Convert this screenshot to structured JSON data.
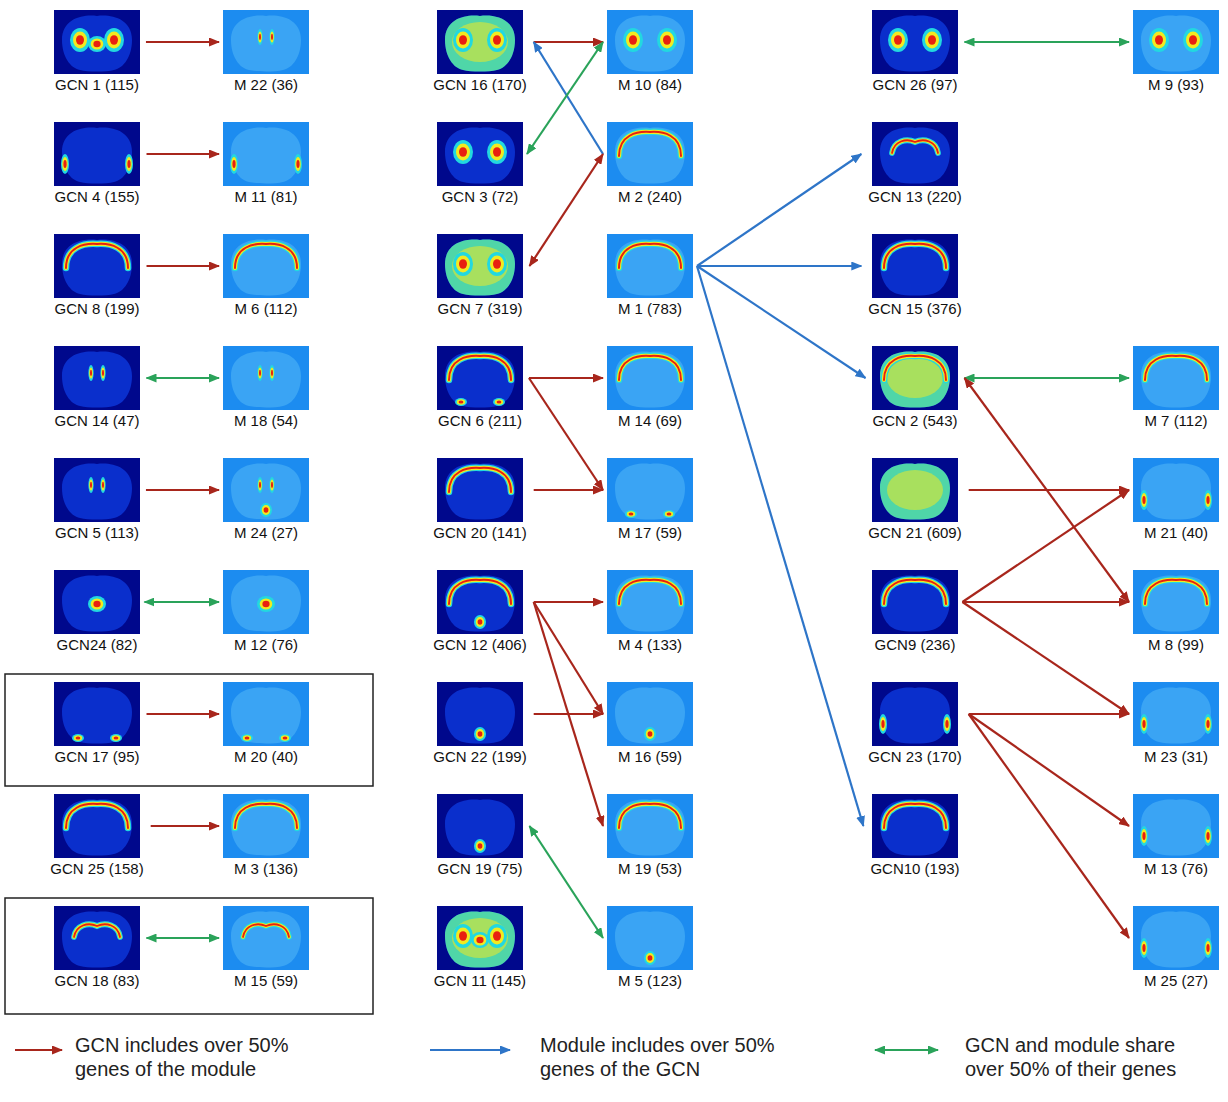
{
  "diagram": {
    "nodes": [
      {
        "text": [
          "GCN 1 (115)"
        ]
      },
      {
        "text": [
          "M 22 (36)"
        ]
      },
      {
        "text": [
          "GCN 16 (170)"
        ]
      },
      {
        "text": [
          "M 10 (84)"
        ]
      },
      {
        "text": [
          "GCN 26 (97)"
        ]
      },
      {
        "text": [
          "M 9 (93)"
        ]
      },
      {
        "text": [
          "GCN 4 (155)"
        ]
      },
      {
        "text": [
          "M 11 (81)"
        ]
      },
      {
        "text": [
          "GCN 3 (72)"
        ]
      },
      {
        "text": [
          "M 2 (240)"
        ]
      },
      {
        "text": [
          "GCN 13 (220)"
        ]
      },
      {
        "text": [
          "GCN 8 (199)"
        ]
      },
      {
        "text": [
          "M 6 (112)"
        ]
      },
      {
        "text": [
          "GCN 7 (319)"
        ]
      },
      {
        "text": [
          "M 1 (783)"
        ]
      },
      {
        "text": [
          "GCN 15 (376)"
        ]
      },
      {
        "text": [
          "GCN 14 (47)"
        ]
      },
      {
        "text": [
          "M 18 (54)"
        ]
      },
      {
        "text": [
          "GCN 6 (211)"
        ]
      },
      {
        "text": [
          "M 14 (69)"
        ]
      },
      {
        "text": [
          "GCN 2 (543)"
        ]
      },
      {
        "text": [
          "M 7 (112)"
        ]
      },
      {
        "text": [
          "GCN 5 (113)"
        ]
      },
      {
        "text": [
          "M 24 (27)"
        ]
      },
      {
        "text": [
          "GCN 20 (141)"
        ]
      },
      {
        "text": [
          "M 17 (59)"
        ]
      },
      {
        "text": [
          "GCN 21 (609)"
        ]
      },
      {
        "text": [
          "M 21 (40)"
        ]
      },
      {
        "text": [
          "GCN24 (82)"
        ]
      },
      {
        "text": [
          "M 12 (76)"
        ]
      },
      {
        "text": [
          "GCN 12 (406)"
        ]
      },
      {
        "text": [
          "M 4 (133)"
        ]
      },
      {
        "text": [
          "GCN9 (236)"
        ]
      },
      {
        "text": [
          "M 8 (99)"
        ]
      },
      {
        "text": [
          "GCN 17 (95)"
        ]
      },
      {
        "text": [
          "M 20 (40)"
        ]
      },
      {
        "text": [
          "GCN 22 (199)"
        ]
      },
      {
        "text": [
          "M 16 (59)"
        ]
      },
      {
        "text": [
          "GCN 23 (170)"
        ]
      },
      {
        "text": [
          "M 23 (31)"
        ]
      },
      {
        "text": [
          "GCN 25 (158)"
        ]
      },
      {
        "text": [
          "M 3 (136)"
        ]
      },
      {
        "text": [
          "GCN 19 (75)"
        ]
      },
      {
        "text": [
          "M 19 (53)"
        ]
      },
      {
        "text": [
          "GCN10 (193)"
        ]
      },
      {
        "text": [
          "M 13 (76)"
        ]
      },
      {
        "text": [
          "GCN 18 (83)"
        ]
      },
      {
        "text": [
          "M 15 (59)"
        ]
      },
      {
        "text": [
          "GCN 11 (145)"
        ]
      },
      {
        "text": [
          "M 5 (123)"
        ]
      },
      {
        "text": [
          "M 25 (27)"
        ]
      }
    ],
    "edges": [
      {
        "from": 0,
        "to": 1,
        "arrow": "to"
      },
      {
        "from": 6,
        "to": 7,
        "arrow": "to"
      },
      {
        "from": 11,
        "to": 12,
        "arrow": "to"
      },
      {
        "from": 16,
        "to": 17,
        "arrow": "both"
      },
      {
        "from": 22,
        "to": 23,
        "arrow": "to"
      },
      {
        "from": 28,
        "to": 29,
        "arrow": "both"
      },
      {
        "from": 34,
        "to": 35,
        "arrow": "to"
      },
      {
        "from": 40,
        "to": 41,
        "arrow": "to"
      },
      {
        "from": 46,
        "to": 47,
        "arrow": "both"
      },
      {
        "from": 2,
        "to": 3,
        "arrow": "to"
      },
      {
        "from": 9,
        "to": 2,
        "arrow": "to"
      },
      {
        "from": 8,
        "to": 3,
        "arrow": "both"
      },
      {
        "from": 13,
        "to": 9,
        "arrow": "both"
      },
      {
        "from": 18,
        "to": 19,
        "arrow": "to"
      },
      {
        "from": 18,
        "to": 25,
        "arrow": "to"
      },
      {
        "from": 24,
        "to": 25,
        "arrow": "to"
      },
      {
        "from": 30,
        "to": 31,
        "arrow": "to"
      },
      {
        "from": 30,
        "to": 37,
        "arrow": "to"
      },
      {
        "from": 30,
        "to": 43,
        "arrow": "to"
      },
      {
        "from": 36,
        "to": 37,
        "arrow": "to"
      },
      {
        "from": 42,
        "to": 49,
        "arrow": "both"
      },
      {
        "from": 14,
        "to": 10,
        "arrow": "to"
      },
      {
        "from": 14,
        "to": 15,
        "arrow": "to"
      },
      {
        "from": 14,
        "to": 20,
        "arrow": "to"
      },
      {
        "from": 14,
        "to": 44,
        "arrow": "to"
      },
      {
        "from": 4,
        "to": 5,
        "arrow": "both"
      },
      {
        "from": 20,
        "to": 21,
        "arrow": "both"
      },
      {
        "from": 26,
        "to": 27,
        "arrow": "to"
      },
      {
        "from": 32,
        "to": 27,
        "arrow": "to"
      },
      {
        "from": 32,
        "to": 33,
        "arrow": "to"
      },
      {
        "from": 20,
        "to": 33,
        "arrow": "both"
      },
      {
        "from": 32,
        "to": 39,
        "arrow": "to"
      },
      {
        "from": 38,
        "to": 39,
        "arrow": "to"
      },
      {
        "from": 38,
        "to": 45,
        "arrow": "to"
      },
      {
        "from": 38,
        "to": 50,
        "arrow": "to"
      }
    ],
    "legend": [
      {
        "text": "GCN includes over 50% genes of the module"
      },
      {
        "text": "Module includes over 50% genes of the GCN"
      },
      {
        "text": "GCN and module share over 50% of their genes"
      }
    ]
  }
}
